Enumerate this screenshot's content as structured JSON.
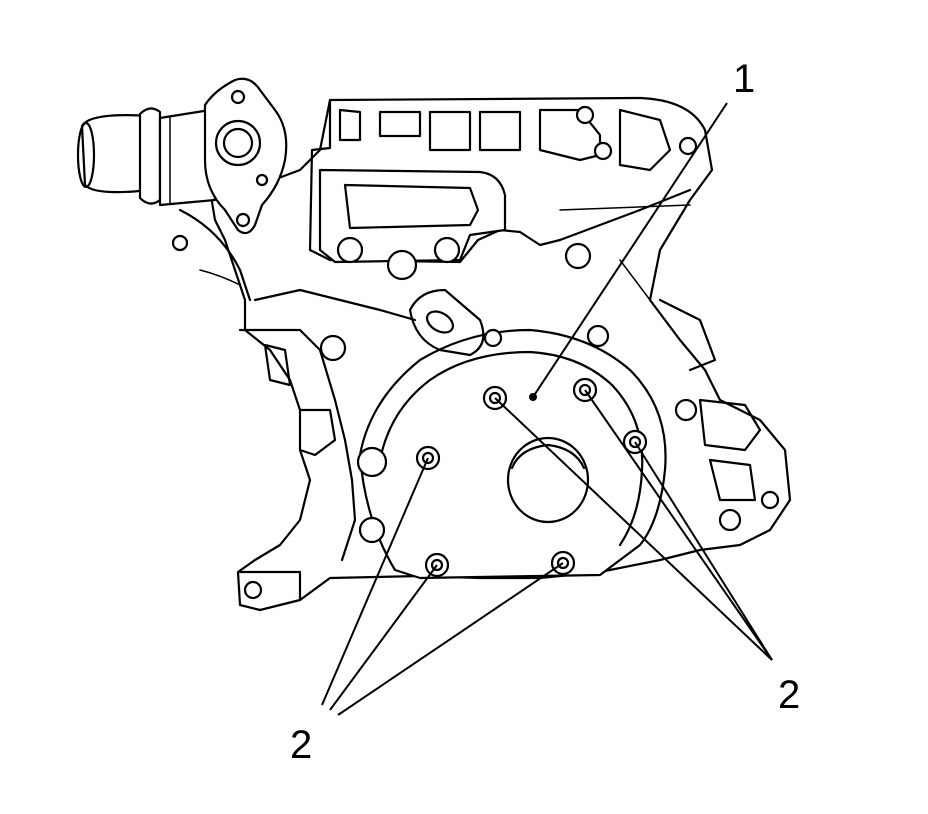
{
  "callouts": {
    "one": "1",
    "two_right": "2",
    "two_left": "2"
  }
}
